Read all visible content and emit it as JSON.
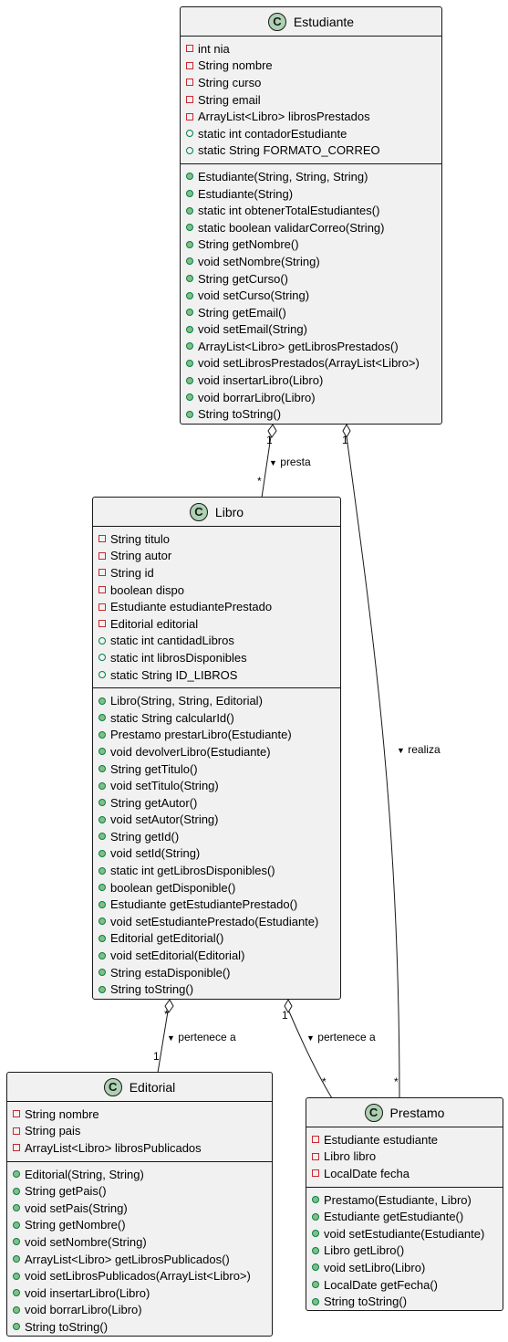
{
  "classes": {
    "estudiante": {
      "name": "Estudiante",
      "stereotype": "C",
      "attributes": [
        {
          "vis": "private",
          "text": "int nia"
        },
        {
          "vis": "private",
          "text": "String nombre"
        },
        {
          "vis": "private",
          "text": "String curso"
        },
        {
          "vis": "private",
          "text": "String email"
        },
        {
          "vis": "private",
          "text": "ArrayList<Libro> librosPrestados"
        },
        {
          "vis": "public-attr",
          "text": "static int contadorEstudiante"
        },
        {
          "vis": "public-attr",
          "text": "static String FORMATO_CORREO"
        }
      ],
      "methods": [
        {
          "vis": "public",
          "text": "Estudiante(String, String, String)"
        },
        {
          "vis": "public",
          "text": "Estudiante(String)"
        },
        {
          "vis": "public",
          "text": "static int obtenerTotalEstudiantes()"
        },
        {
          "vis": "public",
          "text": "static boolean validarCorreo(String)"
        },
        {
          "vis": "public",
          "text": "String getNombre()"
        },
        {
          "vis": "public",
          "text": "void setNombre(String)"
        },
        {
          "vis": "public",
          "text": "String getCurso()"
        },
        {
          "vis": "public",
          "text": "void setCurso(String)"
        },
        {
          "vis": "public",
          "text": "String getEmail()"
        },
        {
          "vis": "public",
          "text": "void setEmail(String)"
        },
        {
          "vis": "public",
          "text": "ArrayList<Libro> getLibrosPrestados()"
        },
        {
          "vis": "public",
          "text": "void setLibrosPrestados(ArrayList<Libro>)"
        },
        {
          "vis": "public",
          "text": "void insertarLibro(Libro)"
        },
        {
          "vis": "public",
          "text": "void borrarLibro(Libro)"
        },
        {
          "vis": "public",
          "text": "String toString()"
        }
      ]
    },
    "libro": {
      "name": "Libro",
      "stereotype": "C",
      "attributes": [
        {
          "vis": "private",
          "text": "String titulo"
        },
        {
          "vis": "private",
          "text": "String autor"
        },
        {
          "vis": "private",
          "text": "String id"
        },
        {
          "vis": "private",
          "text": "boolean dispo"
        },
        {
          "vis": "private",
          "text": "Estudiante estudiantePrestado"
        },
        {
          "vis": "private",
          "text": "Editorial editorial"
        },
        {
          "vis": "public-attr",
          "text": "static int cantidadLibros"
        },
        {
          "vis": "public-attr",
          "text": "static int librosDisponibles"
        },
        {
          "vis": "public-attr",
          "text": "static String ID_LIBROS"
        }
      ],
      "methods": [
        {
          "vis": "public",
          "text": "Libro(String, String, Editorial)"
        },
        {
          "vis": "public",
          "text": "static String calcularId()"
        },
        {
          "vis": "public",
          "text": "Prestamo prestarLibro(Estudiante)"
        },
        {
          "vis": "public",
          "text": "void devolverLibro(Estudiante)"
        },
        {
          "vis": "public",
          "text": "String getTitulo()"
        },
        {
          "vis": "public",
          "text": "void setTitulo(String)"
        },
        {
          "vis": "public",
          "text": "String getAutor()"
        },
        {
          "vis": "public",
          "text": "void setAutor(String)"
        },
        {
          "vis": "public",
          "text": "String getId()"
        },
        {
          "vis": "public",
          "text": "void setId(String)"
        },
        {
          "vis": "public",
          "text": "static int getLibrosDisponibles()"
        },
        {
          "vis": "public",
          "text": "boolean getDisponible()"
        },
        {
          "vis": "public",
          "text": "Estudiante getEstudiantePrestado()"
        },
        {
          "vis": "public",
          "text": "void setEstudiantePrestado(Estudiante)"
        },
        {
          "vis": "public",
          "text": "Editorial getEditorial()"
        },
        {
          "vis": "public",
          "text": "void setEditorial(Editorial)"
        },
        {
          "vis": "public",
          "text": "String estaDisponible()"
        },
        {
          "vis": "public",
          "text": "String toString()"
        }
      ]
    },
    "editorial": {
      "name": "Editorial",
      "stereotype": "C",
      "attributes": [
        {
          "vis": "private",
          "text": "String nombre"
        },
        {
          "vis": "private",
          "text": "String pais"
        },
        {
          "vis": "private",
          "text": "ArrayList<Libro> librosPublicados"
        }
      ],
      "methods": [
        {
          "vis": "public",
          "text": "Editorial(String, String)"
        },
        {
          "vis": "public",
          "text": "String getPais()"
        },
        {
          "vis": "public",
          "text": "void setPais(String)"
        },
        {
          "vis": "public",
          "text": "String getNombre()"
        },
        {
          "vis": "public",
          "text": "void setNombre(String)"
        },
        {
          "vis": "public",
          "text": "ArrayList<Libro> getLibrosPublicados()"
        },
        {
          "vis": "public",
          "text": "void setLibrosPublicados(ArrayList<Libro>)"
        },
        {
          "vis": "public",
          "text": "void insertarLibro(Libro)"
        },
        {
          "vis": "public",
          "text": "void borrarLibro(Libro)"
        },
        {
          "vis": "public",
          "text": "String toString()"
        }
      ]
    },
    "prestamo": {
      "name": "Prestamo",
      "stereotype": "C",
      "attributes": [
        {
          "vis": "private",
          "text": "Estudiante estudiante"
        },
        {
          "vis": "private",
          "text": "Libro libro"
        },
        {
          "vis": "private",
          "text": "LocalDate fecha"
        }
      ],
      "methods": [
        {
          "vis": "public",
          "text": "Prestamo(Estudiante, Libro)"
        },
        {
          "vis": "public",
          "text": "Estudiante getEstudiante()"
        },
        {
          "vis": "public",
          "text": "void setEstudiante(Estudiante)"
        },
        {
          "vis": "public",
          "text": "Libro getLibro()"
        },
        {
          "vis": "public",
          "text": "void setLibro(Libro)"
        },
        {
          "vis": "public",
          "text": "LocalDate getFecha()"
        },
        {
          "vis": "public",
          "text": "String toString()"
        }
      ]
    }
  },
  "relations": {
    "presta": {
      "label": "presta",
      "arrow": "▼",
      "from_mult": "1",
      "to_mult": "*"
    },
    "realiza": {
      "label": "realiza",
      "arrow": "▼",
      "from_mult": "1",
      "to_mult": "*"
    },
    "pertenece_editorial": {
      "label": "pertenece a",
      "arrow": "▼",
      "from_mult": "*",
      "to_mult": "1"
    },
    "pertenece_prestamo": {
      "label": "pertenece a",
      "arrow": "▼",
      "from_mult": "1",
      "to_mult": "*"
    }
  },
  "colors": {
    "box_fill": "#f1f1f1",
    "border": "#181818",
    "class_icon": "#add1b2",
    "private_marker": "#c82930",
    "public_marker": "#84be84"
  }
}
